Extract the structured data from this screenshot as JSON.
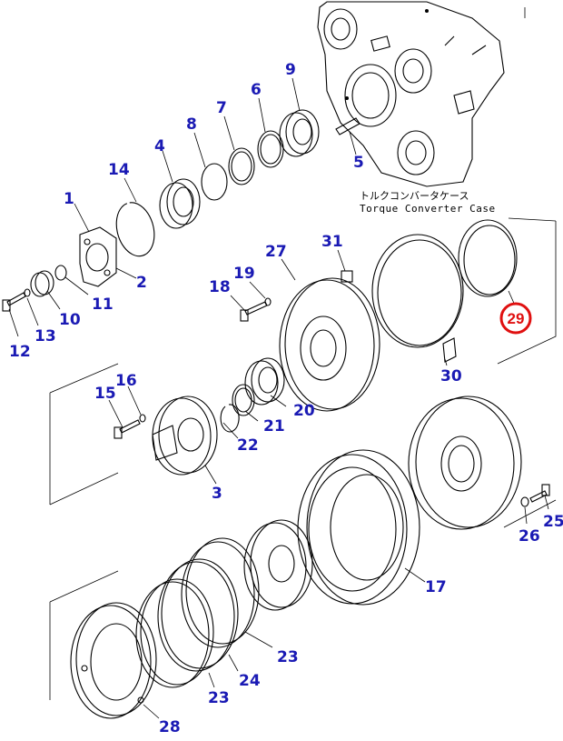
{
  "diagram": {
    "case_label_jp": "トルクコンバータケース",
    "case_label_en": "Torque Converter Case",
    "highlight_color": "#e01010",
    "callout_color": "#1a1ab4",
    "highlighted_part": "29",
    "parts": {
      "p1": "1",
      "p2": "2",
      "p3": "3",
      "p4": "4",
      "p5": "5",
      "p6": "6",
      "p7": "7",
      "p8": "8",
      "p9": "9",
      "p10": "10",
      "p11": "11",
      "p12": "12",
      "p13": "13",
      "p14": "14",
      "p15": "15",
      "p16": "16",
      "p17": "17",
      "p18": "18",
      "p19": "19",
      "p20": "20",
      "p21": "21",
      "p22": "22",
      "p23a": "23",
      "p23b": "23",
      "p24": "24",
      "p25": "25",
      "p26": "26",
      "p27": "27",
      "p28": "28",
      "p29": "29",
      "p30": "30",
      "p31": "31"
    }
  }
}
